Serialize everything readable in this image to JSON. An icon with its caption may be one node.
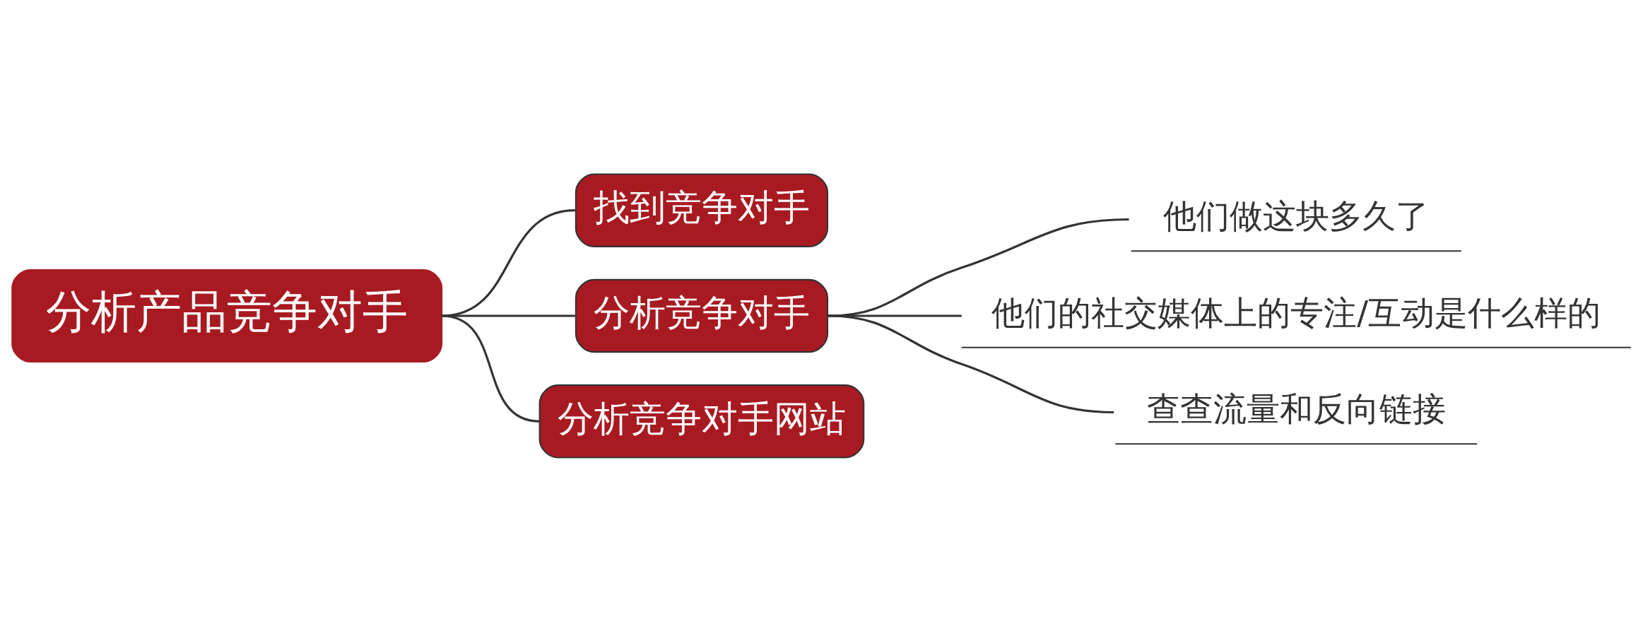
{
  "diagram": {
    "nodes": [
      {
        "text": [
          "分析产品竞争对手"
        ]
      },
      {
        "text": [
          "找到竞争对手"
        ]
      },
      {
        "text": [
          "分析竞争对手"
        ]
      },
      {
        "text": [
          "分析竞争对手网站"
        ]
      },
      {
        "text": [
          "他们做这块多久了"
        ]
      },
      {
        "text": [
          "他们的社交媒体上的专注/互动是什么样的"
        ]
      },
      {
        "text": [
          "查查流量和反向链接"
        ]
      }
    ],
    "edges": [
      {
        "from": 0,
        "to": 1,
        "arrow": "none"
      },
      {
        "from": 0,
        "to": 2,
        "arrow": "none"
      },
      {
        "from": 0,
        "to": 3,
        "arrow": "none"
      },
      {
        "from": 2,
        "to": 4,
        "arrow": "none"
      },
      {
        "from": 2,
        "to": 5,
        "arrow": "none"
      },
      {
        "from": 2,
        "to": 6,
        "arrow": "none"
      }
    ]
  }
}
